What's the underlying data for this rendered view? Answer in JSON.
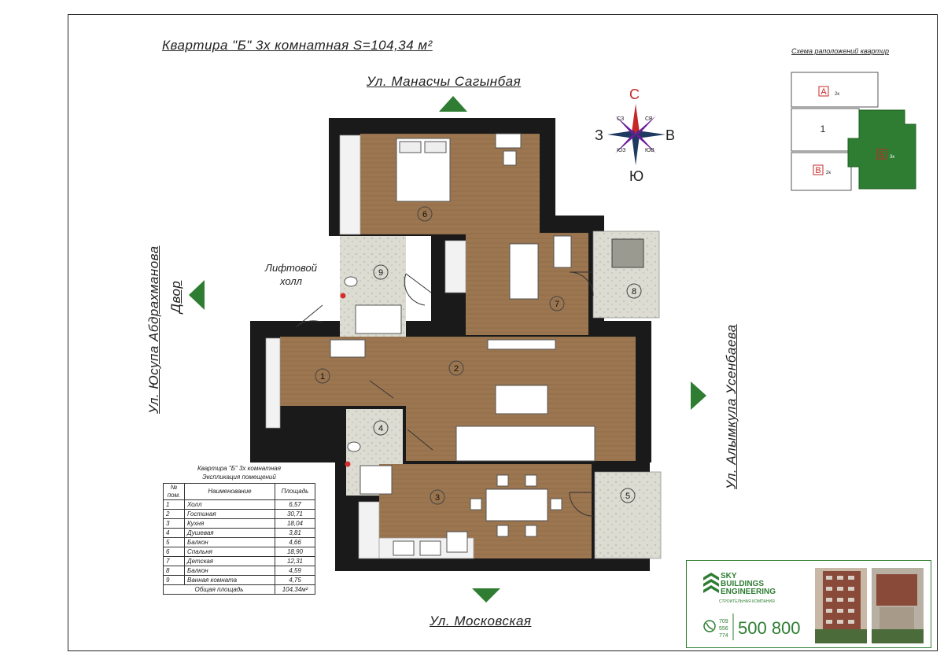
{
  "title": "Квартира \"Б\" 3х комнатная  S=104,34 м²",
  "streets": {
    "north": "Ул. Манасчы Сагынбая",
    "south": "Ул. Московская",
    "west": "Ул. Юсупа Абдрахманова",
    "west2": "Двор",
    "east": "Ул. Алымкула Усенбаева"
  },
  "lift_label": "Лифтовой холл",
  "compass": {
    "n": "С",
    "s": "Ю",
    "w": "З",
    "e": "В",
    "nw": "СЗ",
    "ne": "СВ",
    "sw": "ЮЗ",
    "se": "ЮВ"
  },
  "mini_plan": {
    "title": "Схема раположений квартир",
    "units": [
      {
        "label": "А",
        "rooms": "2к"
      },
      {
        "label": "1",
        "rooms": ""
      },
      {
        "label": "Б",
        "rooms": "3к"
      },
      {
        "label": "В",
        "rooms": "2к"
      }
    ]
  },
  "rooms": [
    {
      "num": "1"
    },
    {
      "num": "2"
    },
    {
      "num": "3"
    },
    {
      "num": "4"
    },
    {
      "num": "5"
    },
    {
      "num": "6"
    },
    {
      "num": "7"
    },
    {
      "num": "8"
    },
    {
      "num": "9"
    }
  ],
  "explication": {
    "caption1": "Квартира \"Б\" 3х комнатная",
    "caption2": "Экспликация помещений",
    "headers": [
      "№ пом.",
      "Наименование",
      "Площадь"
    ],
    "rows": [
      [
        "1",
        "Холл",
        "6,57"
      ],
      [
        "2",
        "Гостиная",
        "30,71"
      ],
      [
        "3",
        "Кухня",
        "18,04"
      ],
      [
        "4",
        "Душевая",
        "3,81"
      ],
      [
        "5",
        "Балкон",
        "4,66"
      ],
      [
        "6",
        "Спальня",
        "18,90"
      ],
      [
        "7",
        "Детская",
        "12,31"
      ],
      [
        "8",
        "Балкон",
        "4,59"
      ],
      [
        "9",
        "Ванная комната",
        "4,75"
      ]
    ],
    "total_label": "Общая площадь",
    "total_value": "104,34м²"
  },
  "brand": {
    "line1": "SKY",
    "line2": "BUILDINGS",
    "line3": "ENGINEERING",
    "sub": "СТРОИТЕЛЬНАЯ КОМПАНИЯ",
    "phone_prefix": [
      "709",
      "556",
      "774"
    ],
    "phone": "500 800"
  },
  "colors": {
    "wood": "#9c7650",
    "wall": "#1a1a1a",
    "tile": "#d9d9cf",
    "green": "#2e7d32",
    "compass_n": "#c62828"
  }
}
